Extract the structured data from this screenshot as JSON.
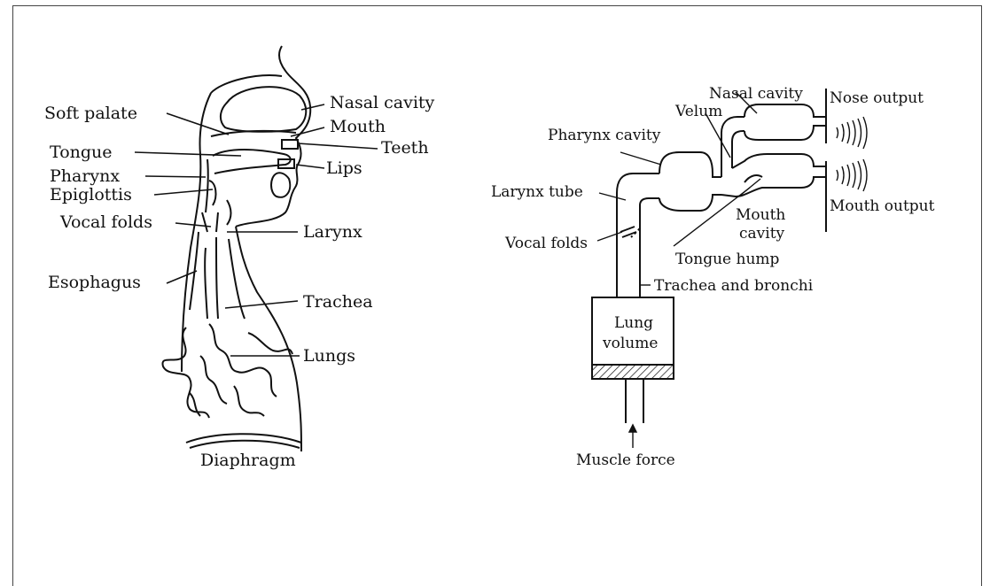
{
  "anatomy": {
    "nasal_cavity": "Nasal cavity",
    "soft_palate": "Soft palate",
    "mouth": "Mouth",
    "teeth": "Teeth",
    "tongue": "Tongue",
    "lips": "Lips",
    "pharynx": "Pharynx",
    "epiglottis": "Epiglottis",
    "vocal_folds": "Vocal folds",
    "larynx": "Larynx",
    "esophagus": "Esophagus",
    "trachea": "Trachea",
    "lungs": "Lungs",
    "diaphragm": "Diaphragm"
  },
  "model": {
    "nasal_cavity": "Nasal cavity",
    "nose_output": "Nose output",
    "velum": "Velum",
    "pharynx_cavity": "Pharynx cavity",
    "larynx_tube": "Larynx tube",
    "mouth_output": "Mouth output",
    "mouth": "Mouth",
    "cavity": "cavity",
    "vocal_folds": "Vocal folds",
    "tongue_hump": "Tongue hump",
    "trachea_bronchi": "Trachea and bronchi",
    "lung": "Lung",
    "volume": "volume",
    "muscle_force": "Muscle force"
  }
}
